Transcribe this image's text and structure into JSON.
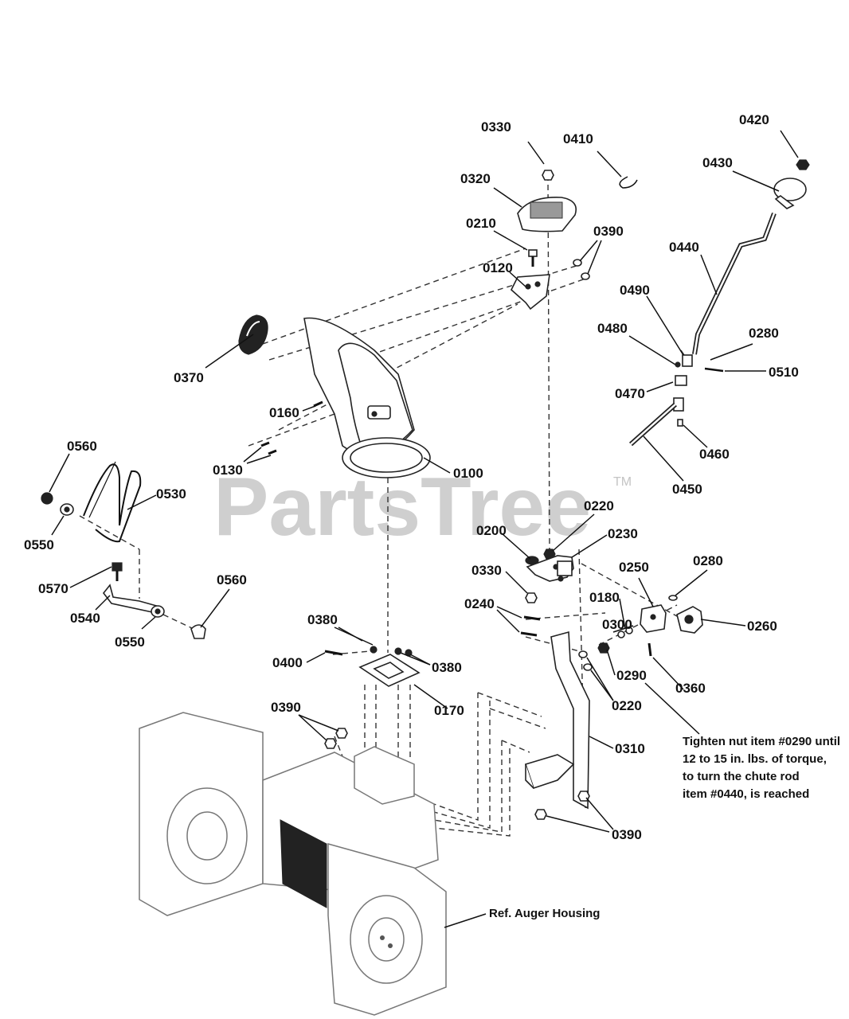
{
  "watermark": {
    "text": "PartsTree",
    "trademark": "TM"
  },
  "callouts": {
    "c0330_top": "0330",
    "c0410": "0410",
    "c0420": "0420",
    "c0430": "0430",
    "c0320": "0320",
    "c0210": "0210",
    "c0390_top": "0390",
    "c0120": "0120",
    "c0440": "0440",
    "c0490": "0490",
    "c0480": "0480",
    "c0280_top": "0280",
    "c0510": "0510",
    "c0470": "0470",
    "c0370": "0370",
    "c0160": "0160",
    "c0130": "0130",
    "c0100": "0100",
    "c0460": "0460",
    "c0450": "0450",
    "c0560_top": "0560",
    "c0530": "0530",
    "c0550_top": "0550",
    "c0220_top": "0220",
    "c0200": "0200",
    "c0230": "0230",
    "c0330_mid": "0330",
    "c0250": "0250",
    "c0280_mid": "0280",
    "c0180": "0180",
    "c0240": "0240",
    "c0300": "0300",
    "c0260": "0260",
    "c0570": "0570",
    "c0560_mid": "0560",
    "c0540": "0540",
    "c0550_mid": "0550",
    "c0380_top": "0380",
    "c0400": "0400",
    "c0380_right": "0380",
    "c0290": "0290",
    "c0360": "0360",
    "c0220_low": "0220",
    "c0170": "0170",
    "c0390_left": "0390",
    "c0310": "0310",
    "c0390_bottom": "0390"
  },
  "torque_note": {
    "line1": "Tighten nut item #0290 until",
    "line2": "12 to 15 in. lbs. of torque,",
    "line3": "to turn the chute rod",
    "line4": "item #0440, is reached"
  },
  "reference_label": "Ref. Auger Housing"
}
